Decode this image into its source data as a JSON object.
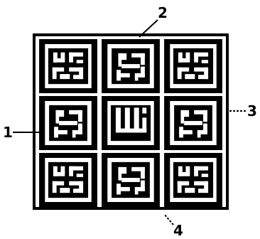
{
  "callouts": {
    "one": "1",
    "two": "2",
    "three": "3",
    "four": "4"
  },
  "tiles": [
    {
      "row": 1,
      "col": 1,
      "glyph": "kufic-word-icon"
    },
    {
      "row": 1,
      "col": 2,
      "glyph": "swastika-pattern-icon"
    },
    {
      "row": 1,
      "col": 3,
      "glyph": "kufic-word-icon"
    },
    {
      "row": 2,
      "col": 1,
      "glyph": "swastika-pattern-icon"
    },
    {
      "row": 2,
      "col": 2,
      "glyph": "kufic-allah-icon"
    },
    {
      "row": 2,
      "col": 3,
      "glyph": "swastika-pattern-icon"
    },
    {
      "row": 3,
      "col": 1,
      "glyph": "kufic-word-icon"
    },
    {
      "row": 3,
      "col": 2,
      "glyph": "swastika-pattern-icon"
    },
    {
      "row": 3,
      "col": 3,
      "glyph": "kufic-word-icon"
    }
  ],
  "colors": {
    "ink": "#000000",
    "paper": "#ffffff"
  }
}
